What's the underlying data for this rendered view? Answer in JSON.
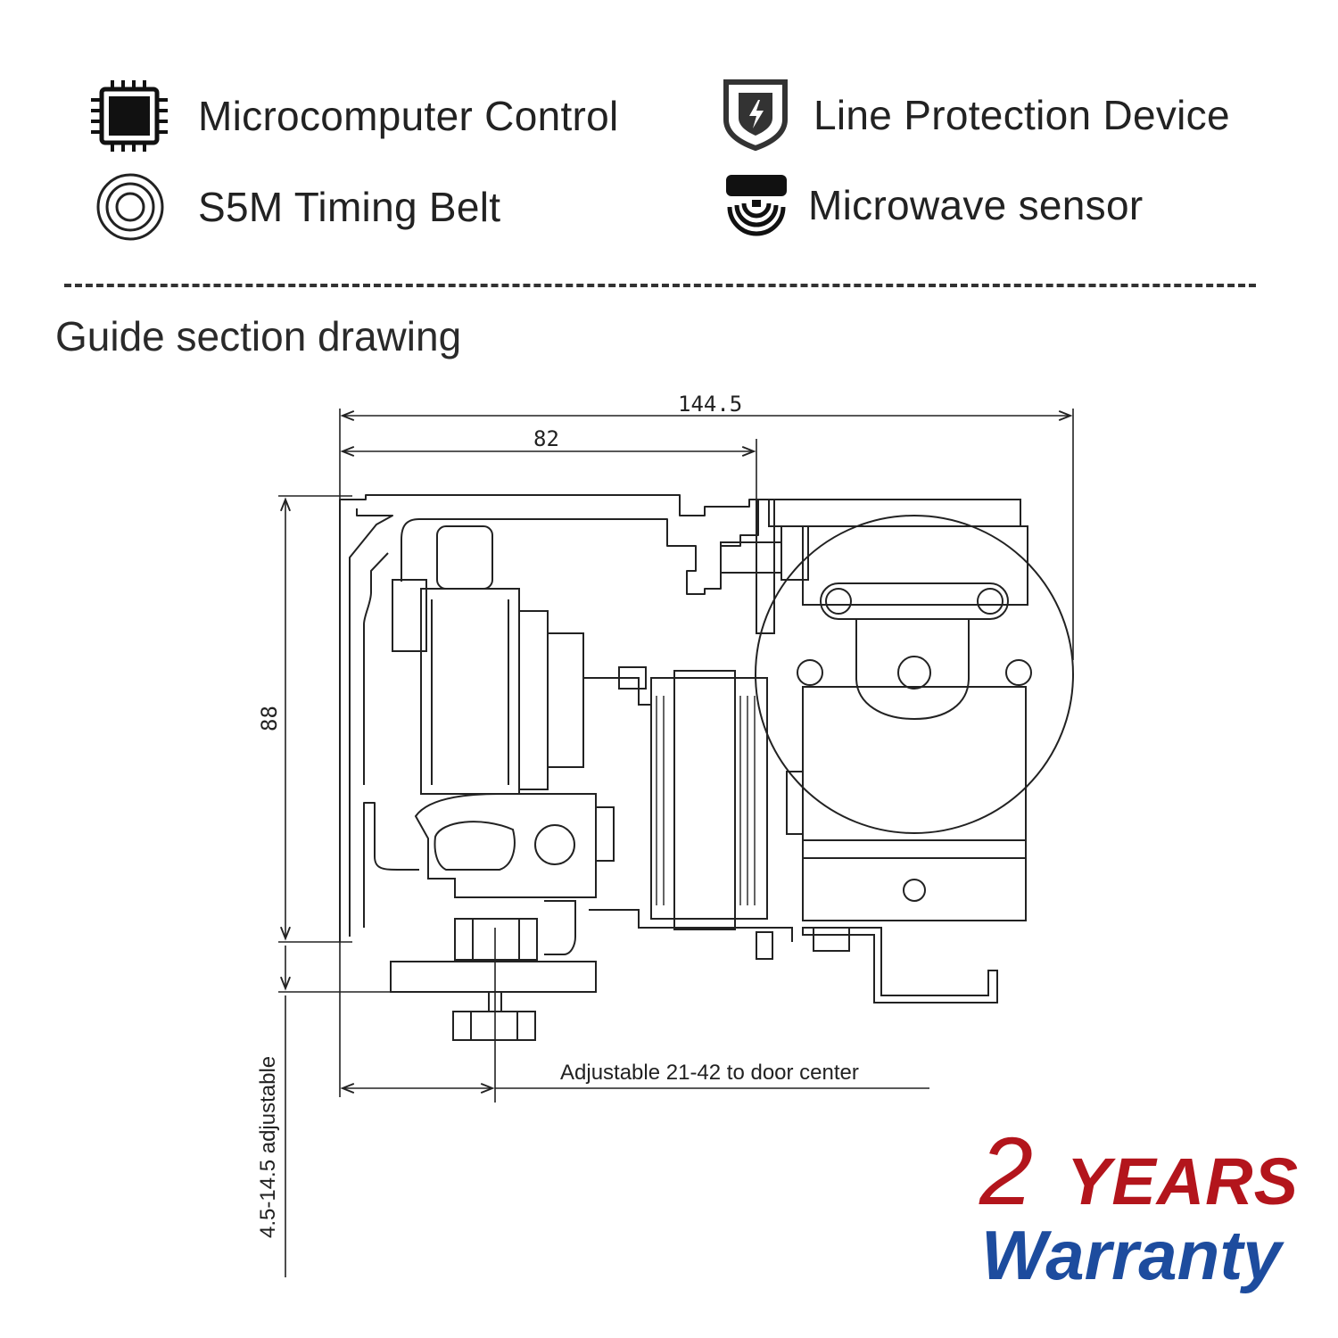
{
  "features": [
    {
      "icon": "microchip-icon",
      "label": "Microcomputer Control"
    },
    {
      "icon": "shield-bolt-icon",
      "label": "Line Protection Device"
    },
    {
      "icon": "concentric-rings-icon",
      "label": "S5M Timing Belt"
    },
    {
      "icon": "microwave-sensor-icon",
      "label": "Microwave sensor"
    }
  ],
  "section_title": "Guide section drawing",
  "dimensions": {
    "overall_width": "144.5",
    "inner_width": "82",
    "height": "88",
    "vertical_adjust": "4.5-14.5 adjustable",
    "door_center": "Adjustable 21-42 to door center"
  },
  "warranty": {
    "number": "2",
    "unit": "YEARS",
    "word": "Warranty"
  },
  "colors": {
    "warranty_red": "#b3151c",
    "warranty_blue": "#1d4c9e",
    "line": "#222222"
  }
}
